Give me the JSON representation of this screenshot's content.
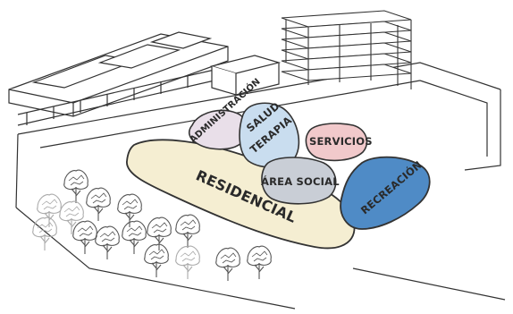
{
  "zones": [
    {
      "id": "administracion",
      "label": "ADMINISTRACIÓN",
      "color": "#e9dfe9"
    },
    {
      "id": "salud-terapia",
      "line1": "SALUD",
      "line2": "TERAPIA",
      "color": "#c9ddef"
    },
    {
      "id": "servicios",
      "label": "SERVICIOS",
      "color": "#f1c9cb"
    },
    {
      "id": "area-social",
      "label": "ÁREA SOCIAL",
      "color": "#c9ced6"
    },
    {
      "id": "recreacion",
      "label": "RECREACIÓN",
      "color": "#4f8bc6"
    },
    {
      "id": "residencial",
      "label": "RESIDENCIAL",
      "color": "#f5eed2"
    }
  ],
  "colors": {
    "outline": "#333333",
    "tree": "#555555",
    "tree_faded": "#aaaaaa"
  }
}
